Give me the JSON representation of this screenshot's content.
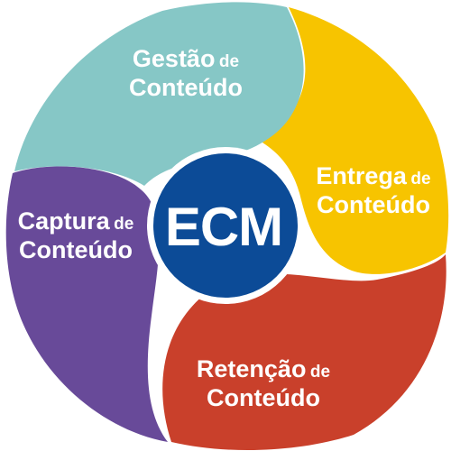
{
  "center": {
    "label": "ECM",
    "color": "#0C4B97"
  },
  "segments": [
    {
      "id": "gestao",
      "color": "#86C7C6",
      "line1_main": "Gestão",
      "line1_small": "de",
      "line2": "Conteúdo"
    },
    {
      "id": "entrega",
      "color": "#F7C400",
      "line1_main": "Entrega",
      "line1_small": "de",
      "line2": "Conteúdo"
    },
    {
      "id": "retencao",
      "color": "#C9402B",
      "line1_main": "Retenção",
      "line1_small": "de",
      "line2": "Conteúdo"
    },
    {
      "id": "captura",
      "color": "#684A99",
      "line1_main": "Captura",
      "line1_small": "de",
      "line2": "Conteúdo"
    }
  ]
}
